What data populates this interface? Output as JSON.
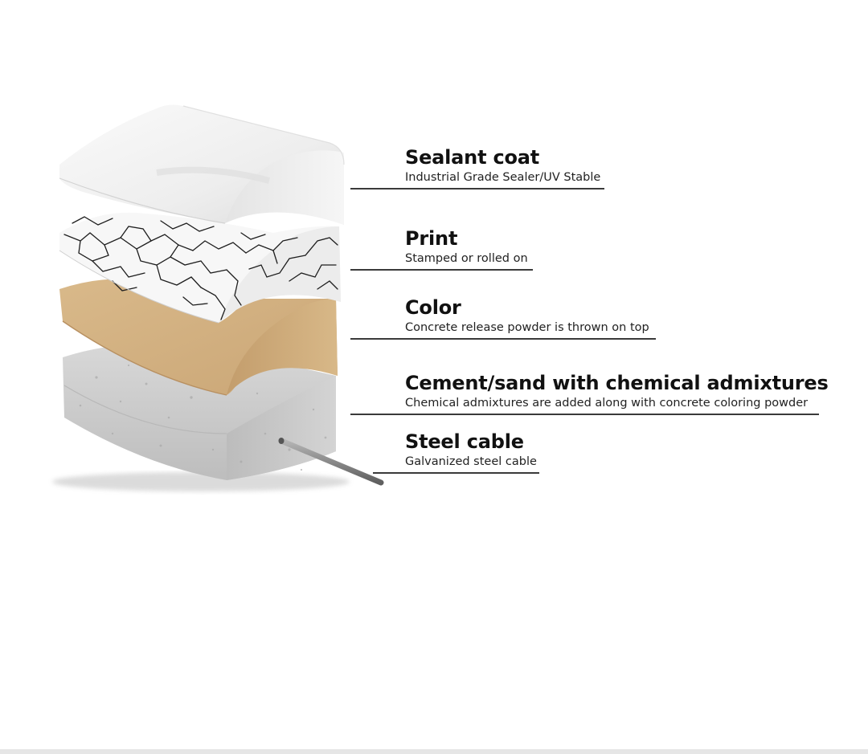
{
  "layers": [
    {
      "id": "sealant",
      "title": "Sealant coat",
      "description": "Industrial Grade Sealer/UV Stable"
    },
    {
      "id": "print",
      "title": "Print",
      "description": "Stamped or rolled on"
    },
    {
      "id": "color",
      "title": "Color",
      "description": "Concrete release powder is thrown on top"
    },
    {
      "id": "cement",
      "title": "Cement/sand with chemical admixtures",
      "description": "Chemical admixtures are added along with concrete coloring powder"
    },
    {
      "id": "steel",
      "title": "Steel cable",
      "description": "Galvanized steel cable"
    }
  ],
  "colors": {
    "sealant": "#f2f2f2",
    "print_base": "#f7f7f7",
    "print_crack": "#1e1e1e",
    "color_layer": "#d7b888",
    "concrete": "#cfcfcf",
    "steel": "#8e8e8e",
    "text": "#111111"
  }
}
